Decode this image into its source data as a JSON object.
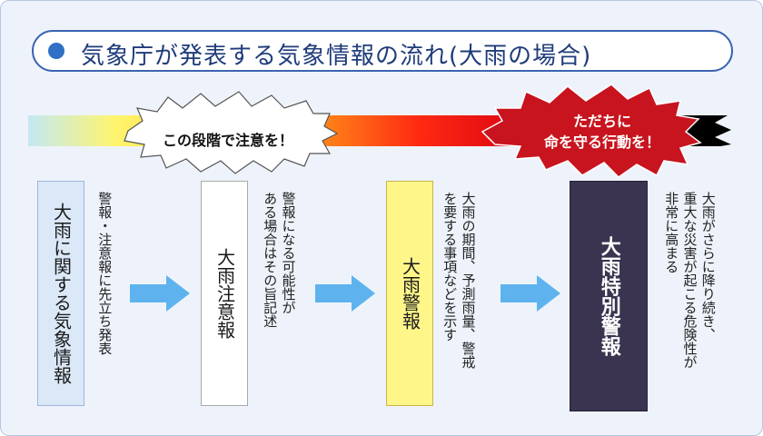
{
  "title": "気象庁が発表する気象情報の流れ(大雨の場合)",
  "band": {
    "left_callout": "この段階で注意を！",
    "right_callout_line1": "ただちに",
    "right_callout_line2": "命を守る行動を！"
  },
  "stages": [
    {
      "box_label": "大雨に関する気象情報",
      "description": "警報・注意報に先立ち発表"
    },
    {
      "box_label": "大雨注意報",
      "description": "警報になる可能性が\nある場合はその旨記述"
    },
    {
      "box_label": "大雨警報",
      "description": "大雨の期間、予測雨量、警戒\nを要する事項などを示す"
    },
    {
      "box_label": "大雨特別警報",
      "description": "大雨がさらに降り続き、\n重大な災害が起こる危険性が\n非常に高まる"
    }
  ],
  "colors": {
    "title_border": "#3c64b1",
    "title_text": "#1f3c7a",
    "stage1_fill": "#dbe8f8",
    "stage2_fill": "#ffffff",
    "stage3_fill": "#fff68a",
    "stage4_fill": "#3a3450",
    "arrow": "#5eb3ee",
    "right_burst": "#c8141e"
  },
  "icons": [
    "bullet-dot-icon",
    "right-arrow-icon"
  ]
}
